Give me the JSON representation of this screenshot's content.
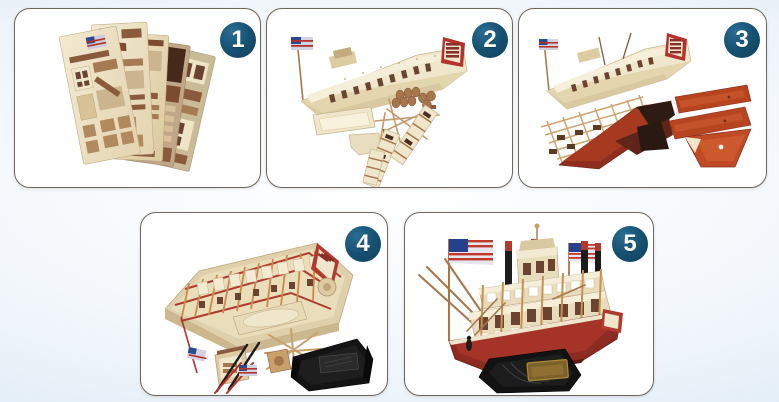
{
  "document": {
    "title": "Mississippi Paddle Steamer Model Assembly Steps",
    "type": "assembly-instruction-sequence",
    "background_color": "#e2edf7",
    "panel_background": "#ffffff",
    "panel_border_color": "#6f665c",
    "badge_color": "#175272",
    "badge_text_color": "#ffffff",
    "step_count": 5
  },
  "steps": [
    {
      "number": "1",
      "name": "die-cut-sheets",
      "caption": "",
      "description": "Fan of laser-cut cardboard / wood part sheets",
      "colors": {
        "sheet_light": "#efe4c8",
        "sheet_mid": "#d8c49a",
        "part_brown": "#8a5a3c",
        "part_dark": "#5c3a26"
      }
    },
    {
      "number": "2",
      "name": "superstructure-and-parts",
      "caption": "",
      "description": "Assembled upper deck house with flag plus loose ladders, rails and fittings",
      "colors": {
        "deck_cream": "#efe6cc",
        "wood_tan": "#c9a87a",
        "red_trim": "#b5322c",
        "flag_blue": "#2b4a8b"
      }
    },
    {
      "number": "3",
      "name": "hull-frames-and-planks",
      "caption": "",
      "description": "Deck house above, lattice framing, dark red hull planks and triangular base plates",
      "colors": {
        "hull_red": "#a6391f",
        "hull_dark": "#3a241c",
        "lattice_tan": "#d7b081"
      }
    },
    {
      "number": "4",
      "name": "deck-framing-and-fittings",
      "caption": "",
      "description": "Framed deck assembly with red rails, plus masts, flag and black display base",
      "colors": {
        "frame_orange": "#c98a4e",
        "rail_red": "#b03a2e",
        "base_black": "#141414"
      }
    },
    {
      "number": "5",
      "name": "finished-model",
      "caption": "",
      "description": "Completed Mississippi paddle steamer model on black display stand with brass nameplate",
      "colors": {
        "hull_red": "#8d2b22",
        "deck_cream": "#efe4cc",
        "stack_black": "#1c1c1c",
        "stand_black": "#121212",
        "plaque_gold": "#b08a3a"
      }
    }
  ]
}
